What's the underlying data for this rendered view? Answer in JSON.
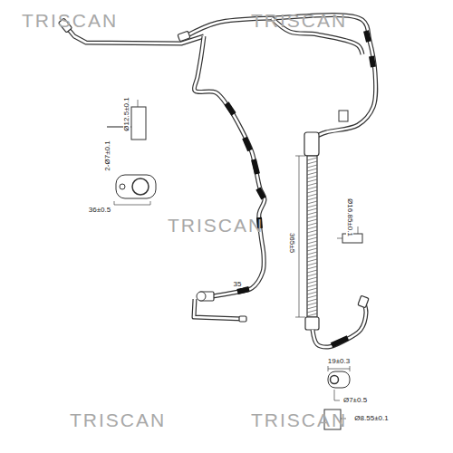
{
  "diagram": {
    "labels": [
      "TRISCAN",
      "TRISCAN",
      "TRISCAN",
      "TRISCAN",
      "TRISCAN",
      "Ø12.5±0.1",
      "2-Ø7±0.1",
      "36±0.5",
      "365±5",
      "Ø16.85±0.1",
      "35",
      "19±0.3",
      "Ø7±0.5",
      "Ø8.55±0.1"
    ]
  }
}
